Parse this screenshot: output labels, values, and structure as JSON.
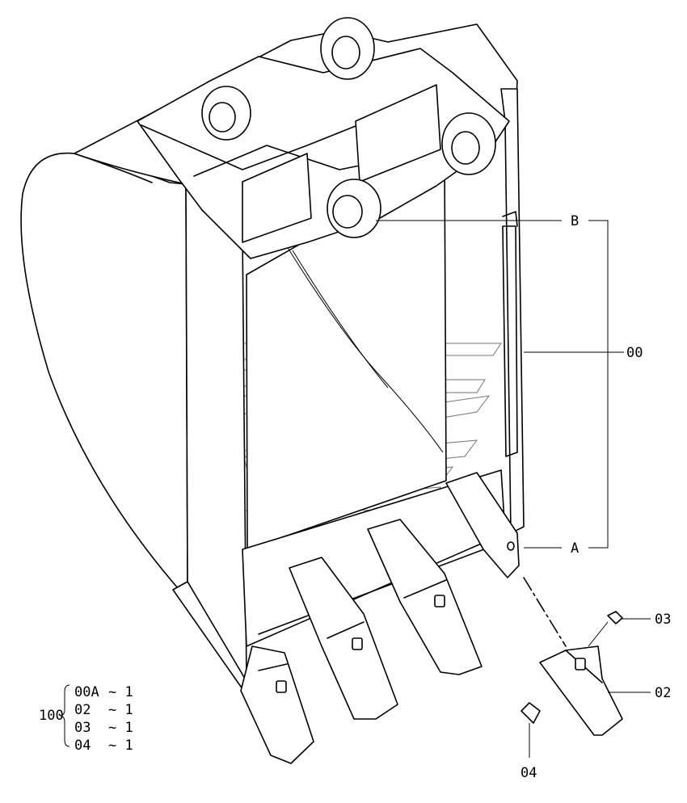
{
  "callouts": {
    "B": "B",
    "A": "A",
    "assembly": "00",
    "part_03": "03",
    "part_02": "02",
    "part_04": "04"
  },
  "parts_list": {
    "assembly_no": "100",
    "rows": [
      {
        "code": "00A",
        "qty": "~ 1"
      },
      {
        "code": "02",
        "qty": "~ 1"
      },
      {
        "code": "03",
        "qty": "~ 1"
      },
      {
        "code": "04",
        "qty": "~ 1"
      }
    ]
  }
}
